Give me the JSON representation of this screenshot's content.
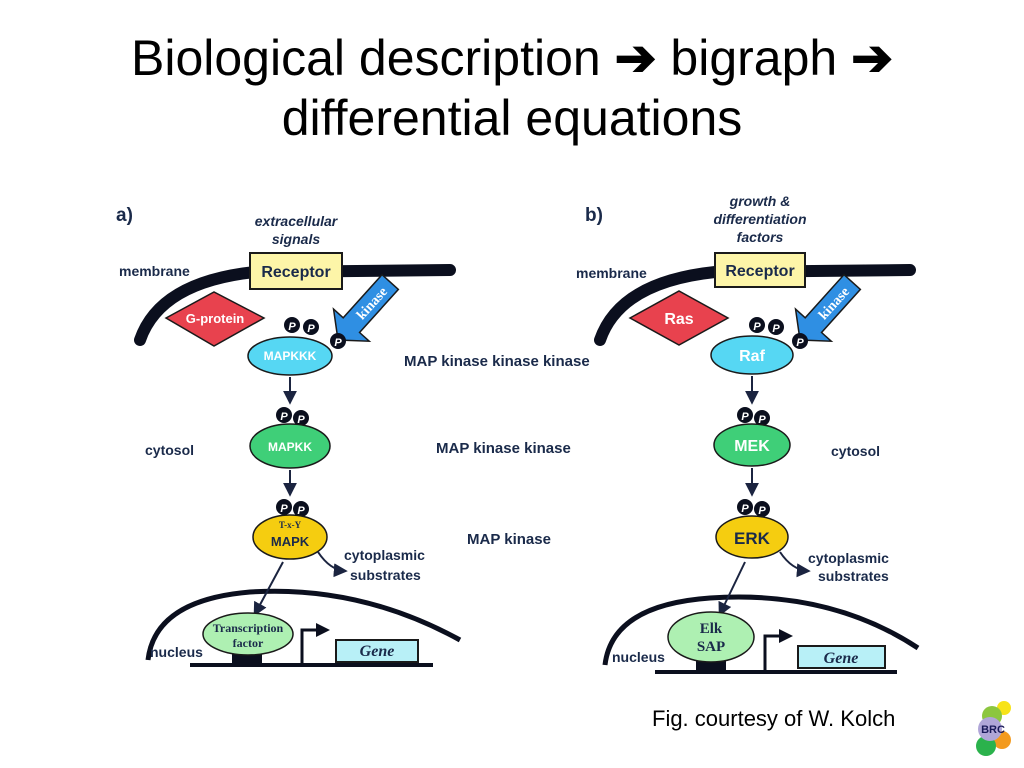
{
  "slide": {
    "title_part1": "Biological description",
    "title_part2": "bigraph",
    "title_part3": "differential equations",
    "arrow_glyph": "➔",
    "caption": "Fig. courtesy of W. Kolch",
    "logo_text": "BRC"
  },
  "panel_a": {
    "label": "a)",
    "signals_line1": "extracellular",
    "signals_line2": "signals",
    "membrane": "membrane",
    "receptor": "Receptor",
    "g_protein": "G-protein",
    "kinase": "kinase",
    "mapkkk": "MAPKKK",
    "mapkk": "MAPKK",
    "mapk": "MAPK",
    "txy": "T-x-Y",
    "cytosol": "cytosol",
    "substrates_line1": "cytoplasmic",
    "substrates_line2": "substrates",
    "tf_line1": "Transcription",
    "tf_line2": "factor",
    "nucleus": "nucleus",
    "gene": "Gene",
    "phospho": "P"
  },
  "panel_b": {
    "label": "b)",
    "factors_line1": "growth &",
    "factors_line2": "differentiation",
    "factors_line3": "factors",
    "membrane": "membrane",
    "receptor": "Receptor",
    "ras": "Ras",
    "kinase": "kinase",
    "raf": "Raf",
    "mek": "MEK",
    "erk": "ERK",
    "cytosol": "cytosol",
    "substrates_line1": "cytoplasmic",
    "substrates_line2": "substrates",
    "elk_line1": "Elk",
    "elk_line2": "SAP",
    "nucleus": "nucleus",
    "gene": "Gene",
    "phospho": "P"
  },
  "center_labels": {
    "mapkkk_full": "MAP kinase kinase kinase",
    "mapkk_full": "MAP kinase kinase",
    "mapk_full": "MAP kinase"
  },
  "colors": {
    "receptor_fill": "#fdf5a8",
    "gprotein_fill": "#e8424e",
    "kinase_arrow": "#2f8fe3",
    "mapkkk_fill": "#56d7f3",
    "mapkk_fill": "#3fcf78",
    "mapk_fill": "#f5cd10",
    "tf_fill": "#aef0b2",
    "gene_fill": "#b8f0f7",
    "label_text": "#1a2a4a"
  }
}
